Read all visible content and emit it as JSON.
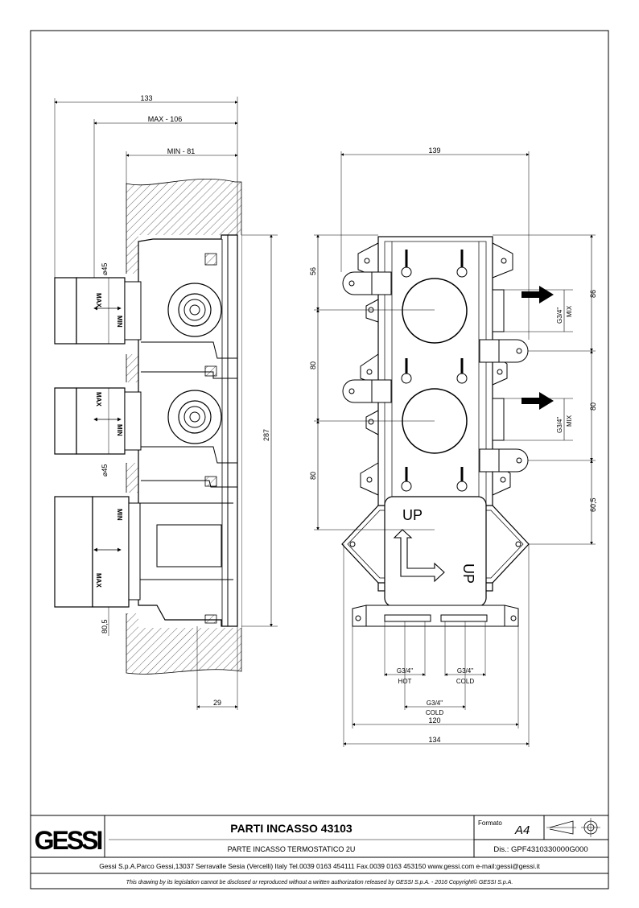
{
  "side_view": {
    "dim_total_depth": "133",
    "dim_max": "MAX - 106",
    "dim_min": "MIN - 81",
    "dim_diameter_top": "⌀45",
    "dim_diameter_bottom": "⌀45",
    "dim_bottom_offset": "80,5",
    "dim_wall": "29",
    "dim_height": "287",
    "label_max": "MAX",
    "label_min": "MIN"
  },
  "front_view": {
    "dim_width_top": "139",
    "dim_56": "56",
    "dim_80_a": "80",
    "dim_80_b": "80",
    "dim_86": "86",
    "dim_80_right": "80",
    "dim_60_5": "60,5",
    "outlet_1_size": "G3/4\"",
    "outlet_1_label": "MIX",
    "outlet_2_size": "G3/4\"",
    "outlet_2_label": "MIX",
    "inlet_hot_size": "G3/4\"",
    "inlet_hot_label": "HOT",
    "inlet_cold_size": "G3/4\"",
    "inlet_cold_label": "COLD",
    "inlet_cold2_size": "G3/4\"",
    "inlet_cold2_label": "COLD",
    "dim_120": "120",
    "dim_134": "134",
    "up_label_top": "UP",
    "up_label_side": "UP"
  },
  "title_block": {
    "logo": "GESSI",
    "title": "PARTI INCASSO 43103",
    "subtitle": "PARTE INCASSO TERMOSTATICO 2U",
    "formato_label": "Formato",
    "formato_value": "A4",
    "drawing_number": "Dis.: GPF4310330000G000",
    "company_line": "Gessi S.p.A.Parco Gessi,13037 Serravalle Sesia (Vercelli) Italy Tel.0039 0163 454111 Fax.0039 0163 453150 www.gessi.com e-mail:gessi@gessi.it",
    "copyright_line": "This drawing by its legislation cannot be disclosed or reproduced without a written authorization released by GESSI S.p.A. - 2016 Copyright© GESSI S.p.A."
  }
}
